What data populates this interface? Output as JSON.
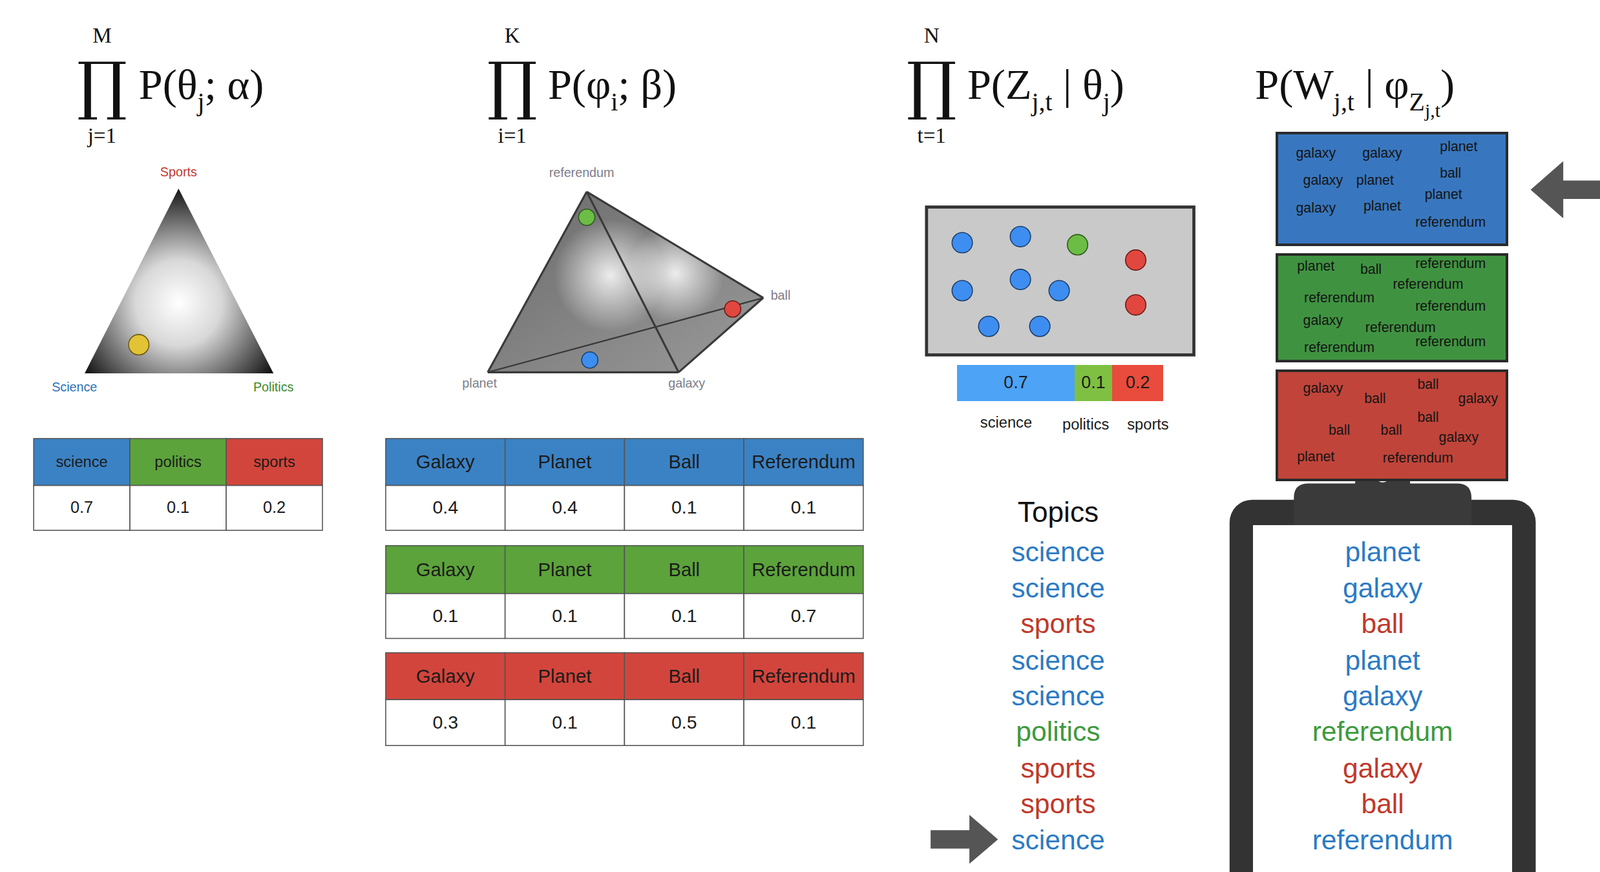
{
  "diagram": {
    "nodes": [
      {
        "text": [
          "0.7"
        ]
      },
      {
        "text": [
          "0.1"
        ]
      },
      {
        "text": [
          "0.2"
        ]
      },
      {
        "text": [
          "galaxy",
          "galaxy",
          "planet",
          "galaxy",
          "planet",
          "ball",
          "planet",
          "galaxy",
          "planet",
          "referendum"
        ]
      },
      {
        "text": [
          "planet",
          "ball",
          "referendum",
          "referendum",
          "referendum",
          "referendum",
          "galaxy",
          "referendum",
          "referendum",
          "referendum"
        ]
      },
      {
        "text": [
          "galaxy",
          "ball",
          "ball",
          "galaxy",
          "ball",
          "ball",
          "ball",
          "galaxy",
          "planet",
          "referendum"
        ]
      },
      {
        "text": [
          "planet",
          "galaxy",
          "ball",
          "planet",
          "galaxy",
          "referendum",
          "galaxy",
          "ball",
          "referendum"
        ]
      }
    ],
    "labels": [
      "M",
      "∏",
      "j=1",
      "P(θ",
      "j",
      "; α)",
      "K",
      "∏",
      "i=1",
      "P(φ",
      "i",
      "; β)",
      "N",
      "∏",
      "t=1",
      "P(Z",
      "j,t",
      " | θ",
      "j",
      ")",
      "P(W",
      "j,t",
      " | φ",
      "Z",
      "j,t",
      ")",
      "Sports",
      "Science",
      "Politics",
      "science",
      "politics",
      "sports",
      "0.7",
      "0.1",
      "0.2",
      "referendum",
      "ball",
      "planet",
      "galaxy",
      "Galaxy",
      "Planet",
      "Ball",
      "Referendum",
      "0.4",
      "0.4",
      "0.1",
      "0.1",
      "Galaxy",
      "Planet",
      "Ball",
      "Referendum",
      "0.1",
      "0.1",
      "0.1",
      "0.7",
      "Galaxy",
      "Planet",
      "Ball",
      "Referendum",
      "0.3",
      "0.1",
      "0.5",
      "0.1",
      "science",
      "politics",
      "sports",
      "Topics",
      "science",
      "science",
      "sports",
      "science",
      "science",
      "politics",
      "sports",
      "sports",
      "science"
    ]
  }
}
